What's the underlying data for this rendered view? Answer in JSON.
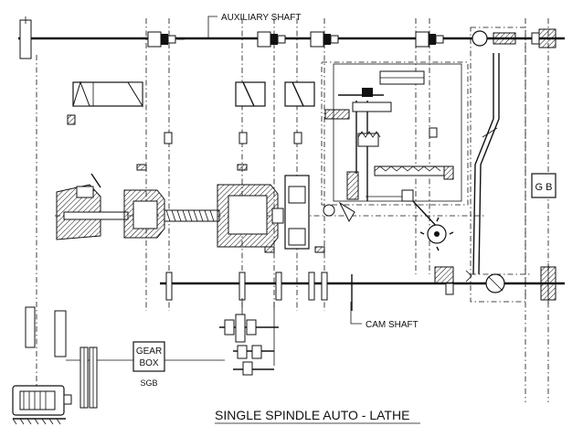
{
  "diagram": {
    "title": "SINGLE SPINDLE AUTO - LATHE",
    "auxiliary_shaft_label": "AUXILIARY SHAFT",
    "cam_shaft_label": "CAM SHAFT",
    "gear_box_line1": "GEAR",
    "gear_box_line2": "BOX",
    "gear_box_code": "SGB",
    "gb_label": "G B"
  }
}
